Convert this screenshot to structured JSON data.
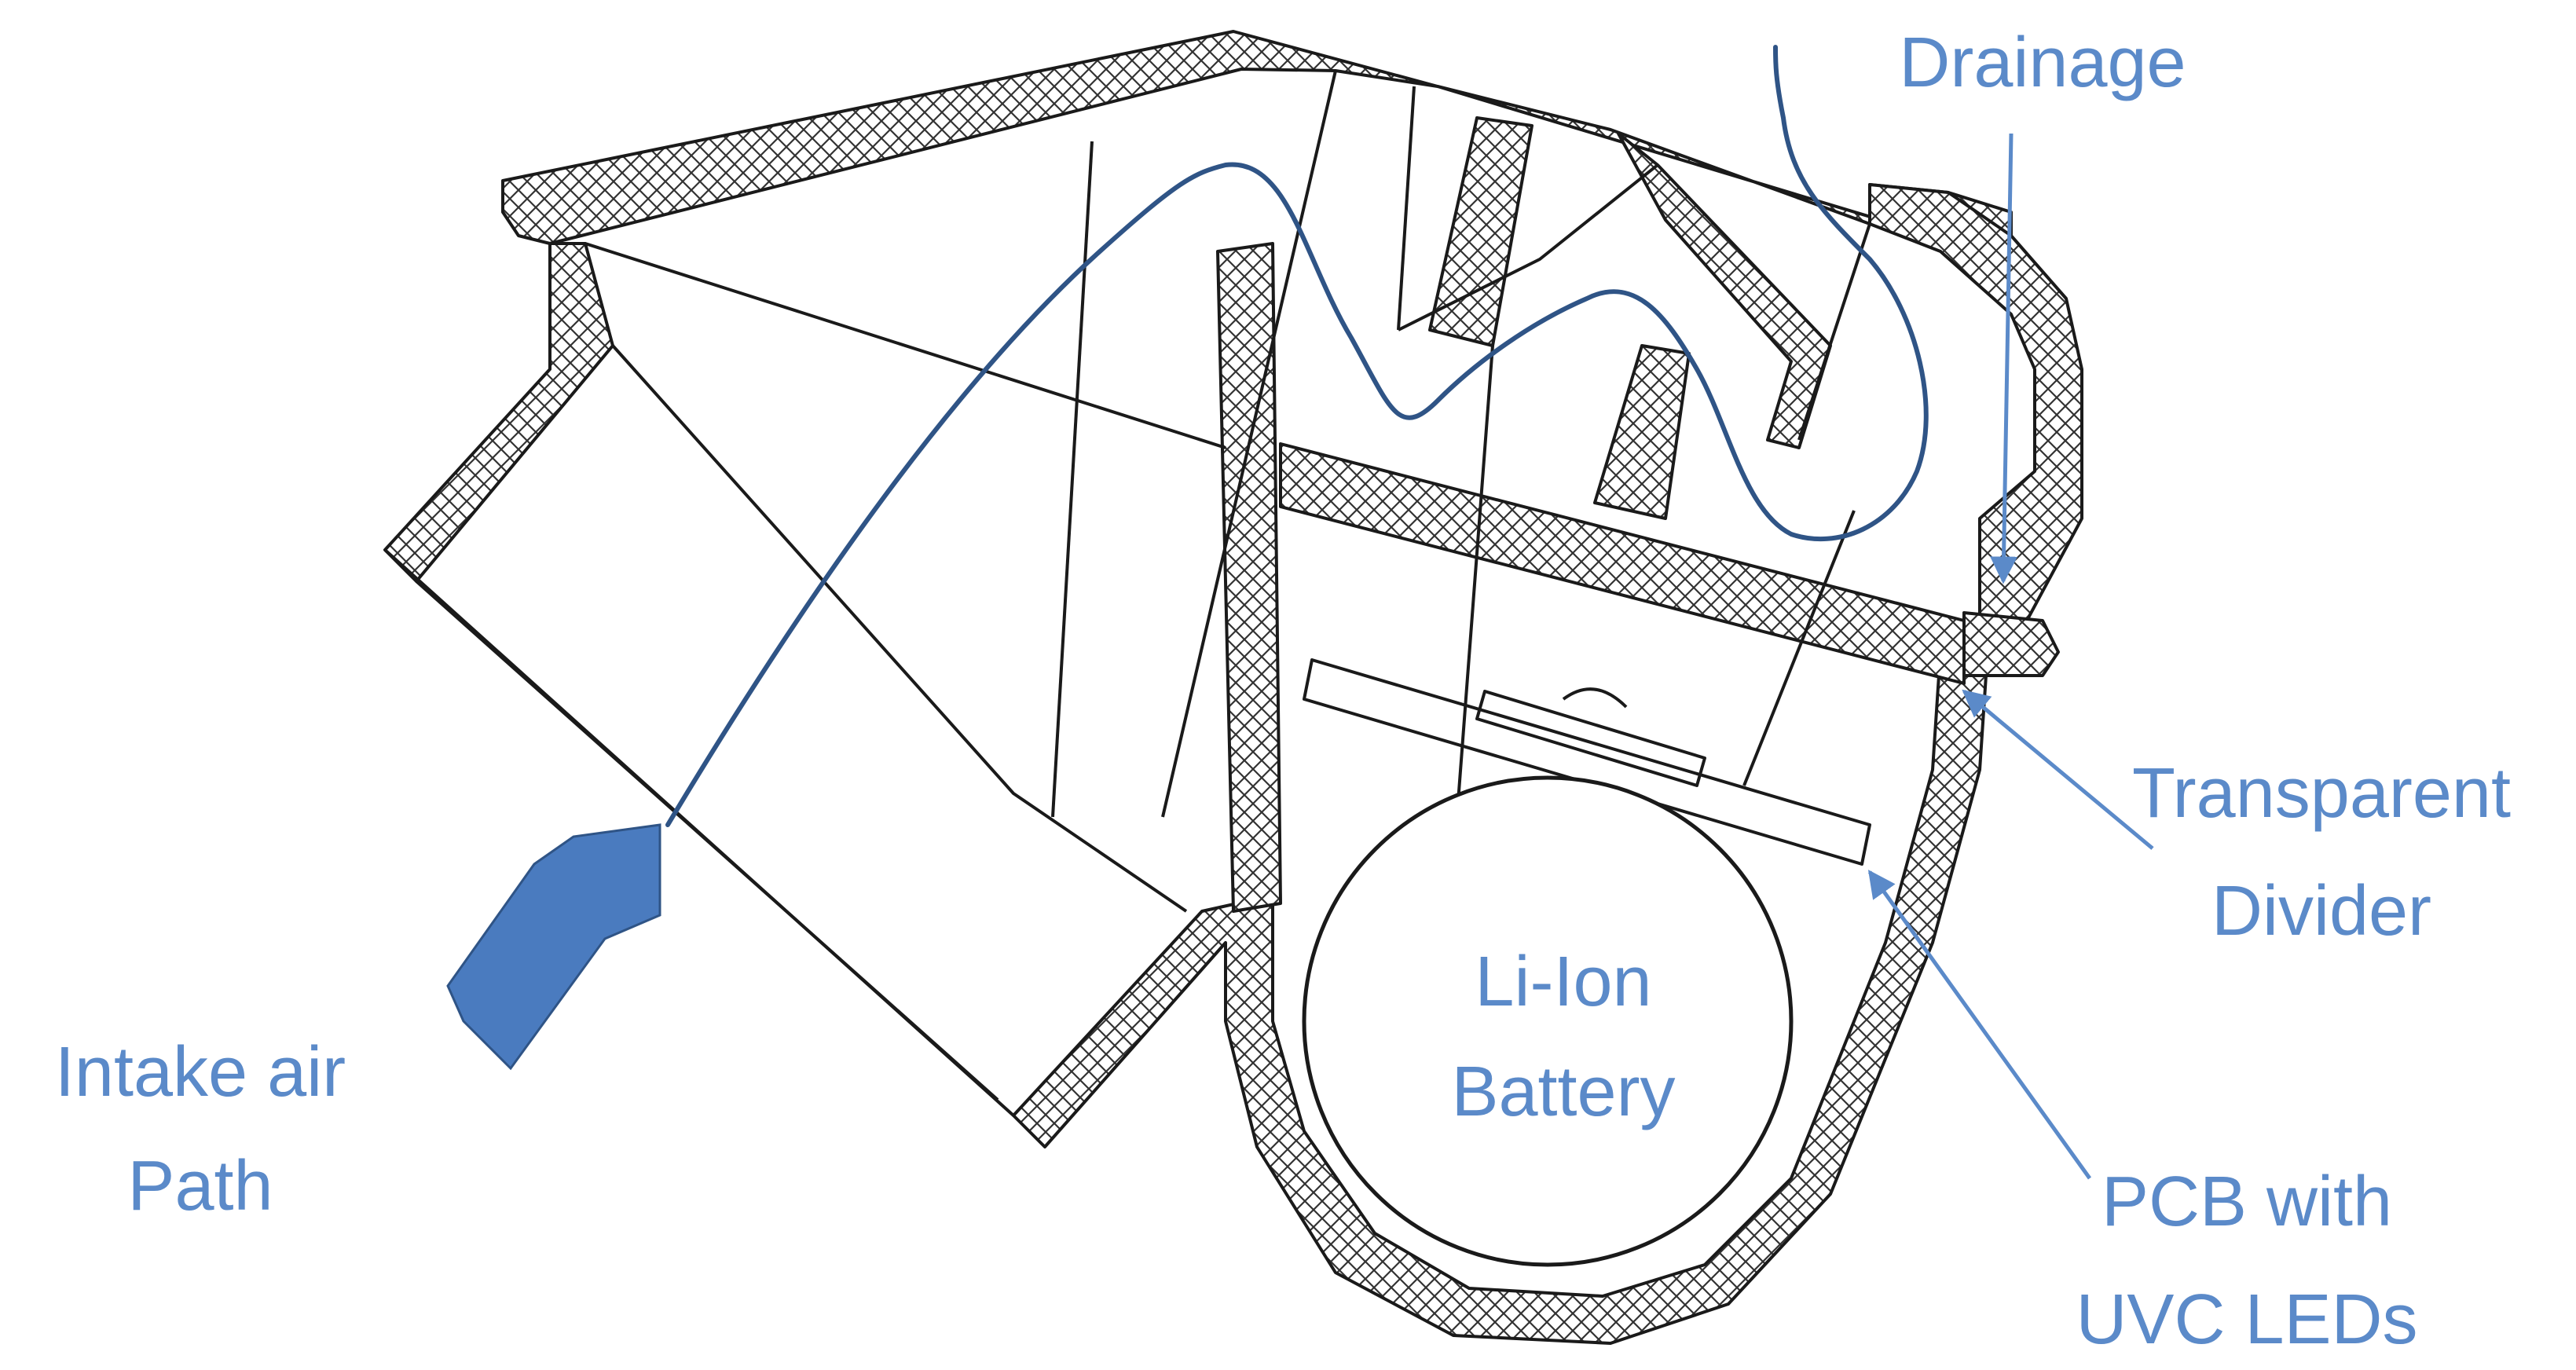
{
  "labels": {
    "drainage": "Drainage",
    "intake_line1": "Intake air",
    "intake_line2": "Path",
    "battery_line1": "Li-Ion",
    "battery_line2": "Battery",
    "divider_line1": "Transparent",
    "divider_line2": "Divider",
    "pcb_line1": "PCB with",
    "pcb_line2": "UVC LEDs"
  },
  "colors": {
    "label": "#5b8ac9",
    "flow_line": "#2f5486",
    "intake_arrow": "#4a7bbf",
    "outline": "#1a1a1a"
  }
}
